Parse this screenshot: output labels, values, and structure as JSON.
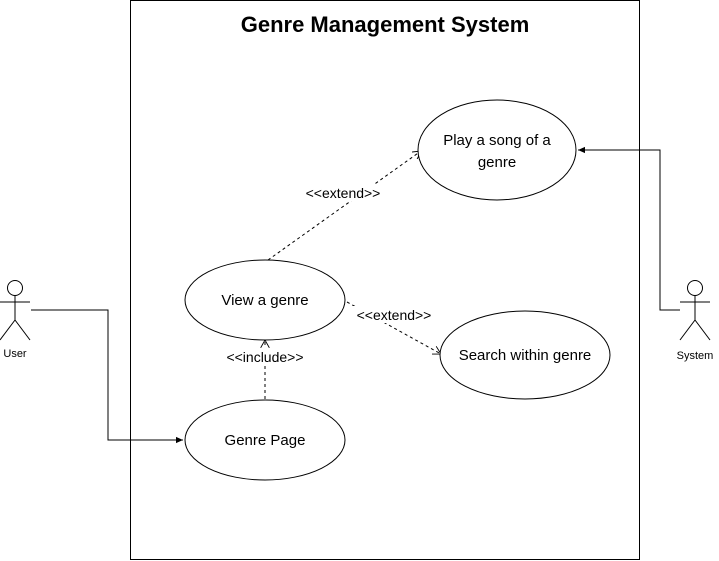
{
  "system": {
    "title": "Genre Management System"
  },
  "actors": {
    "user": {
      "label": "User"
    },
    "system": {
      "label": "System"
    }
  },
  "use_cases": {
    "play_song": {
      "label_line1": "Play a song of a",
      "label_line2": "genre"
    },
    "view_genre": {
      "label": "View a genre"
    },
    "search_genre": {
      "label": "Search within genre"
    },
    "genre_page": {
      "label": "Genre Page"
    }
  },
  "relationships": {
    "extend_play": {
      "label": "<<extend>>"
    },
    "extend_search": {
      "label": "<<extend>>"
    },
    "include_view": {
      "label": "<<include>>"
    }
  }
}
